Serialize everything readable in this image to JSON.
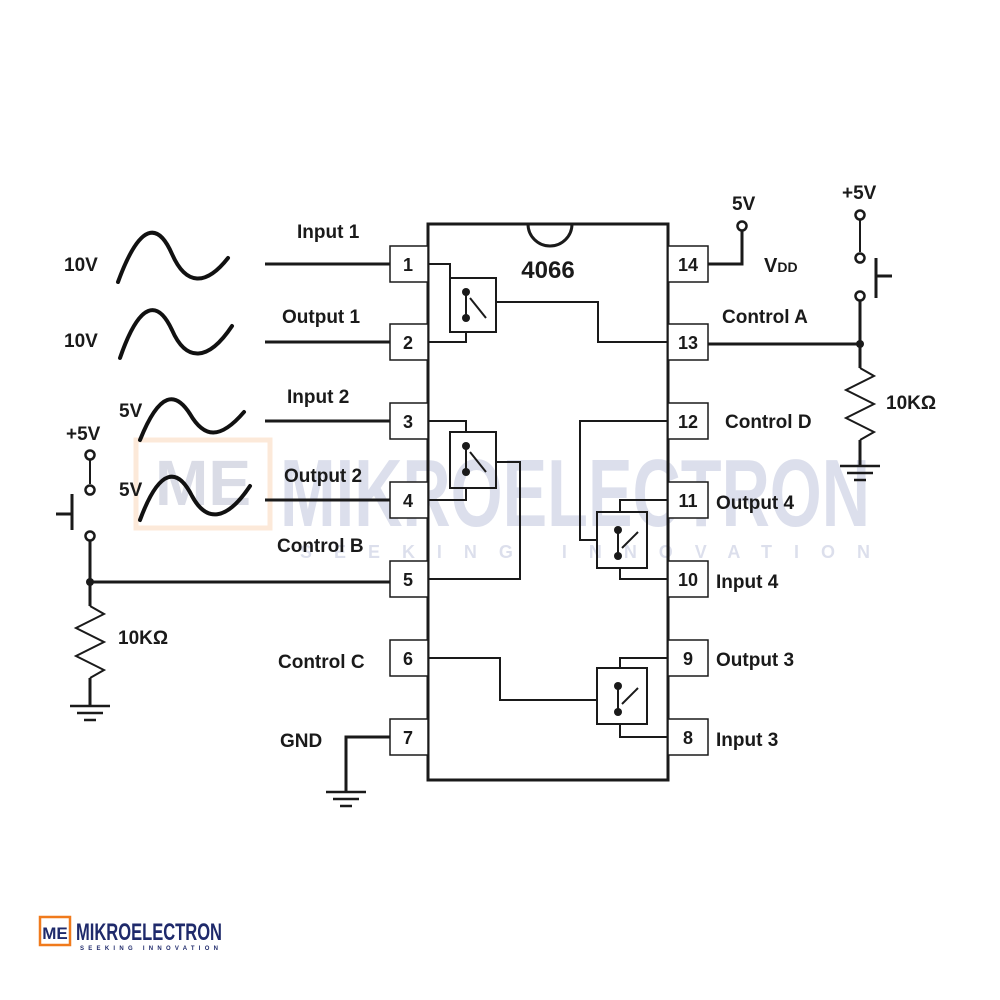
{
  "chip": {
    "name": "4066"
  },
  "pins": {
    "p1": "1",
    "p2": "2",
    "p3": "3",
    "p4": "4",
    "p5": "5",
    "p6": "6",
    "p7": "7",
    "p8": "8",
    "p9": "9",
    "p10": "10",
    "p11": "11",
    "p12": "12",
    "p13": "13",
    "p14": "14"
  },
  "labels": {
    "input1": "Input 1",
    "output1": "Output 1",
    "input2": "Input 2",
    "output2": "Output 2",
    "control_b": "Control B",
    "control_c": "Control C",
    "gnd": "GND",
    "control_a": "Control A",
    "control_d": "Control D",
    "output4": "Output 4",
    "input4": "Input 4",
    "output3": "Output 3",
    "input3": "Input 3",
    "vdd_main": "V",
    "vdd_sub": "DD",
    "v5_top": "5V"
  },
  "signals": {
    "input1_amp": "10V",
    "output1_amp": "10V",
    "input2_amp": "5V",
    "output2_amp": "5V"
  },
  "left_control": {
    "supply": "+5V",
    "resistor": "10KΩ"
  },
  "right_control": {
    "supply": "+5V",
    "resistor": "10KΩ"
  },
  "watermark": {
    "logo_mark": "ME",
    "brand": "MIKROELECTRON",
    "tagline": "SEEKING INNOVATION"
  },
  "footer_logo": {
    "logo_mark": "ME",
    "brand": "MIKROELECTRON",
    "tagline": "SEEKING INNOVATION"
  },
  "colors": {
    "brand_orange": "#f07a1c",
    "brand_navy": "#1f2a6b",
    "ink": "#1a1a1a"
  }
}
